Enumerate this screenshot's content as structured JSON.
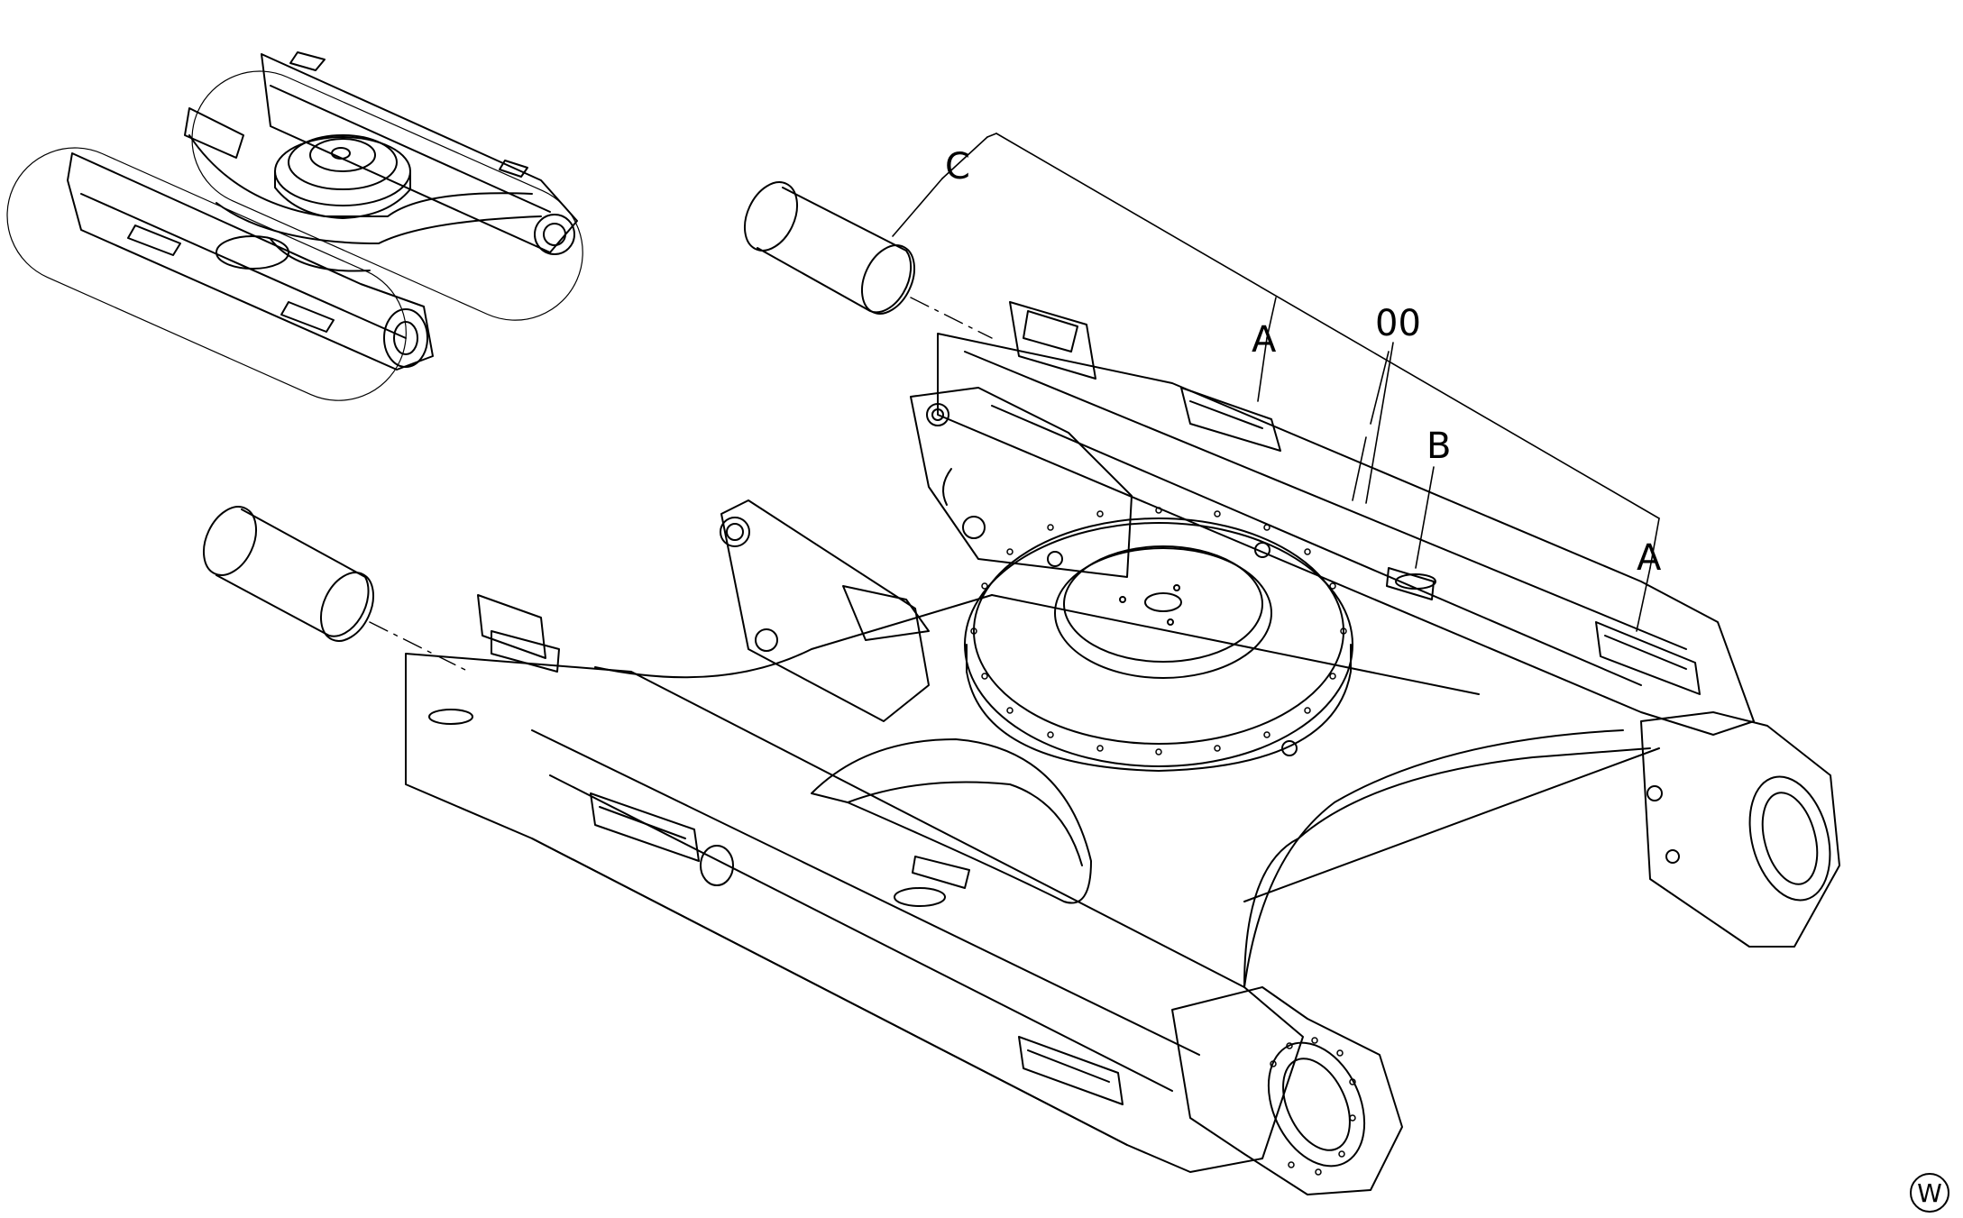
{
  "labels": {
    "c": "C",
    "a_top": "A",
    "oo": "00",
    "b": "B",
    "a_right": "A"
  },
  "watermark": "W",
  "colors": {
    "ink": "#000000",
    "paper": "#ffffff"
  }
}
